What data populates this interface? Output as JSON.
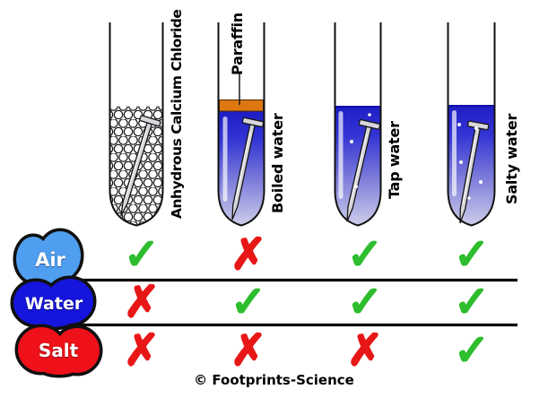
{
  "tubes": [
    {
      "label": "Anhydrous Calcium Chloride",
      "contents": "granules and iron nail"
    },
    {
      "label": "Boiled water",
      "top_label": "Paraffin",
      "contents": "boiled water under paraffin layer with iron nail"
    },
    {
      "label": "Tap water",
      "contents": "tap water with iron nail"
    },
    {
      "label": "Salty water",
      "contents": "salty water with iron nail"
    }
  ],
  "table": {
    "rows": [
      {
        "label": "Air",
        "marks": [
          "✓",
          "✗",
          "✓",
          "✓"
        ]
      },
      {
        "label": "Water",
        "marks": [
          "✗",
          "✓",
          "✓",
          "✓"
        ]
      },
      {
        "label": "Salt",
        "marks": [
          "✗",
          "✗",
          "✗",
          "✓"
        ]
      }
    ]
  },
  "footer": {
    "credit": "© Footprints-Science"
  },
  "colors": {
    "check_green": "#2dbd2d",
    "cross_red": "#e81717",
    "air_blob": "#4f9ef0",
    "water_blob": "#1515dd",
    "salt_blob": "#ee1119",
    "paraffin_orange": "#dd7711",
    "water_top_blue": "#1d1dc4",
    "water_bottom_fade": "#ccccea",
    "nail_gray": "#d6d6dc"
  }
}
